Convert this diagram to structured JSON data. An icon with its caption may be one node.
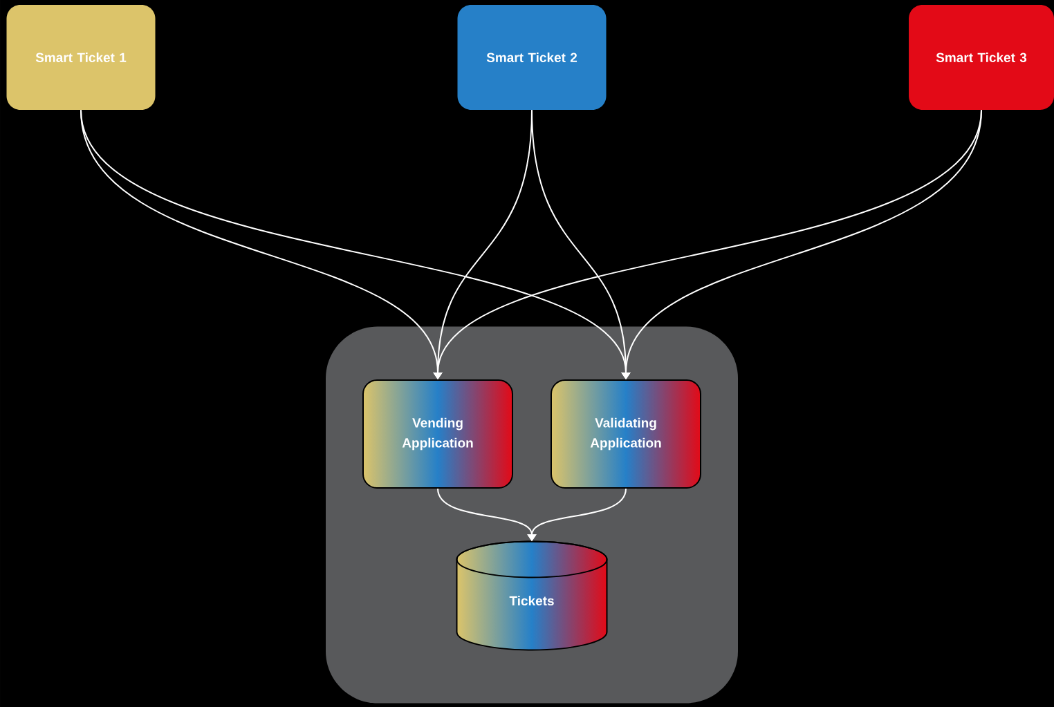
{
  "diagram": {
    "nodes": [
      {
        "text": [
          "Smart Ticket 1"
        ]
      },
      {
        "text": [
          "Smart Ticket 2"
        ]
      },
      {
        "text": [
          "Smart Ticket 3"
        ]
      },
      {
        "text": [],
        "shape": "box"
      },
      {
        "text": [
          "Vending Application"
        ],
        "in": 3
      },
      {
        "text": [
          "Validating Application"
        ],
        "in": 3
      },
      {
        "text": [
          "Tickets"
        ],
        "in": 3
      }
    ],
    "edges": [
      {
        "from": 0,
        "to": 4,
        "arrow": "to"
      },
      {
        "from": 0,
        "to": 5,
        "arrow": "to"
      },
      {
        "from": 1,
        "to": 4,
        "arrow": "to"
      },
      {
        "from": 1,
        "to": 5,
        "arrow": "to"
      },
      {
        "from": 2,
        "to": 4,
        "arrow": "to"
      },
      {
        "from": 2,
        "to": 5,
        "arrow": "to"
      },
      {
        "from": 4,
        "to": 6,
        "arrow": "to"
      },
      {
        "from": 5,
        "to": 6,
        "arrow": "to"
      }
    ]
  }
}
